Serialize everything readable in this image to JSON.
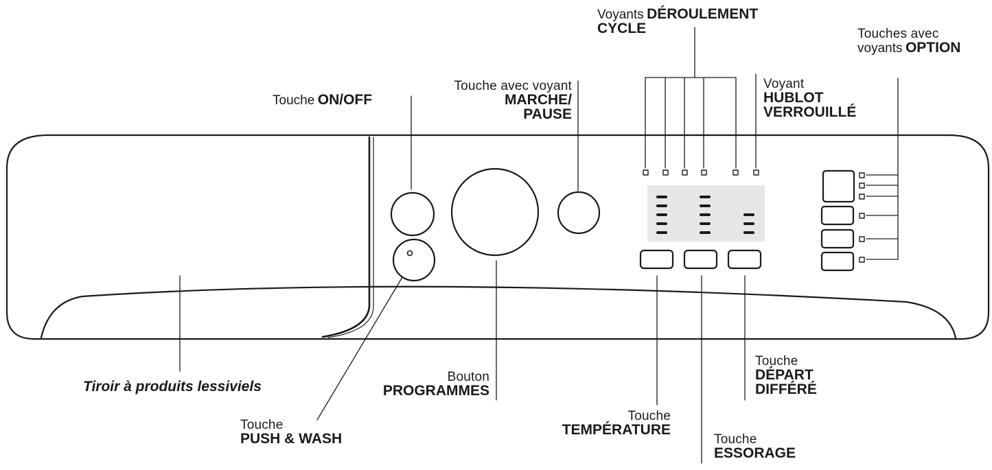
{
  "labels": {
    "on_off": {
      "prefix": "Touche",
      "bold": "ON/OFF"
    },
    "marche_pause": {
      "line1": "Touche avec voyant",
      "bold1": "MARCHE/",
      "bold2": "PAUSE"
    },
    "deroulement": {
      "prefix": "Voyants",
      "bold1": "DÉROULEMENT",
      "bold2": "CYCLE"
    },
    "hublot": {
      "line1": "Voyant",
      "bold1": "HUBLOT",
      "bold2": "VERROUILLÉ"
    },
    "option": {
      "line1": "Touches avec",
      "prefix2": "voyants",
      "bold": "OPTION"
    },
    "tiroir": {
      "text": "Tiroir à produits lessiviels"
    },
    "push_wash": {
      "line1": "Touche",
      "bold": "PUSH & WASH"
    },
    "programmes": {
      "line1": "Bouton",
      "bold": "PROGRAMMES"
    },
    "temperature": {
      "line1": "Touche",
      "bold": "TEMPÉRATURE"
    },
    "essorage": {
      "line1": "Touche",
      "bold": "ESSORAGE"
    },
    "depart": {
      "line1": "Touche",
      "bold1": "DÉPART",
      "bold2": "DIFFÉRÉ"
    }
  }
}
